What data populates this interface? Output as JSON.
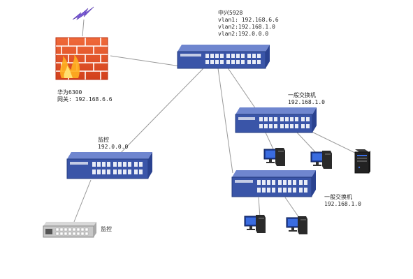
{
  "labels": {
    "core_switch": {
      "name": "中兴5928",
      "vlan1": "vlan1: 192.168.6.6",
      "vlan2": "vlan2:192.168.1.0",
      "vlan3": "vlan2:192.0.0.0"
    },
    "firewall": {
      "name": "华为6300",
      "gateway": "网关: 192.168.6.6"
    },
    "monitor_switch": {
      "name": "监控",
      "ip": "192.0.0.0"
    },
    "switch_a": {
      "name": "一般交换机",
      "ip": "192.168.1.0"
    },
    "switch_b": {
      "name": "一般交换机",
      "ip": "192.168.1.0"
    },
    "nvr": {
      "name": "监控"
    }
  },
  "icons": {
    "firewall": "firewall-brick-wall-icon",
    "internet": "lightning-bolt-icon",
    "switch": "network-switch-icon",
    "workstation": "desktop-computer-icon",
    "server": "server-tower-icon",
    "nvr": "rack-device-icon"
  },
  "colors": {
    "switch_body": "#3a55a8",
    "brick": "#e8542a",
    "lightning": "#7a5bd6",
    "link_line": "#999999"
  }
}
